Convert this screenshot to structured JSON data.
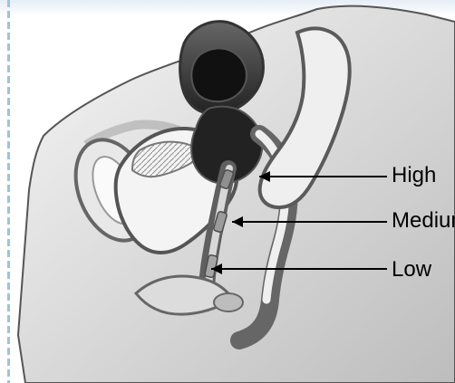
{
  "labels": {
    "high": "High",
    "medium": "Medium",
    "low": "Low"
  }
}
